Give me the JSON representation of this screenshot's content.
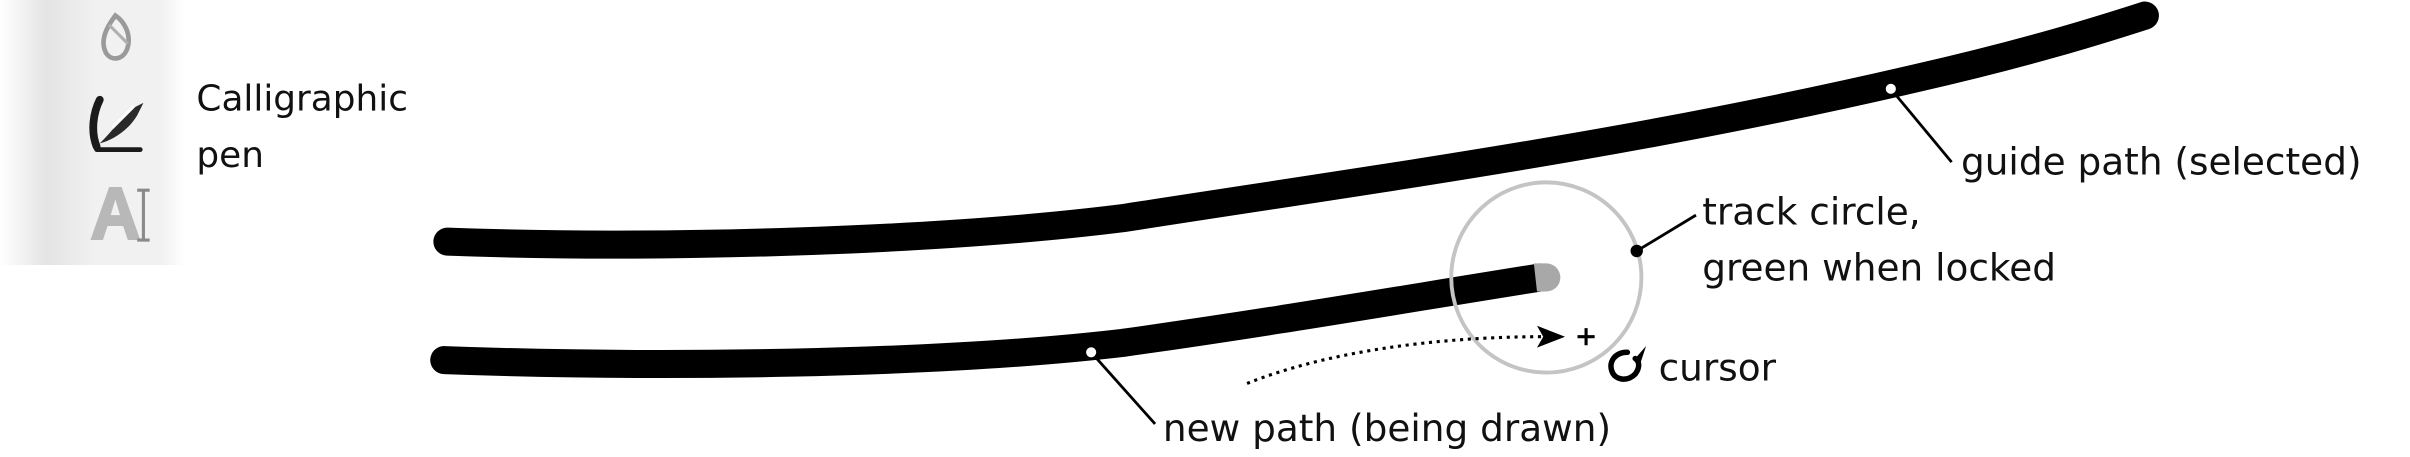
{
  "toolbox": {
    "icons": [
      "pen-tool-icon",
      "calligraphic-pen-icon",
      "text-tool-icon"
    ],
    "label_line1": "Calligraphic",
    "label_line2": "pen"
  },
  "callouts": {
    "guide_path": "guide path (selected)",
    "track_circle_line1": "track circle,",
    "track_circle_line2": "green when locked",
    "cursor": "cursor",
    "new_path": "new path (being drawn)"
  },
  "colors": {
    "stroke": "#000000",
    "track_circle": "#c4c4c4",
    "pen_tip": "#a8a8a8",
    "toolbox_bg": "#f1f1f1"
  }
}
